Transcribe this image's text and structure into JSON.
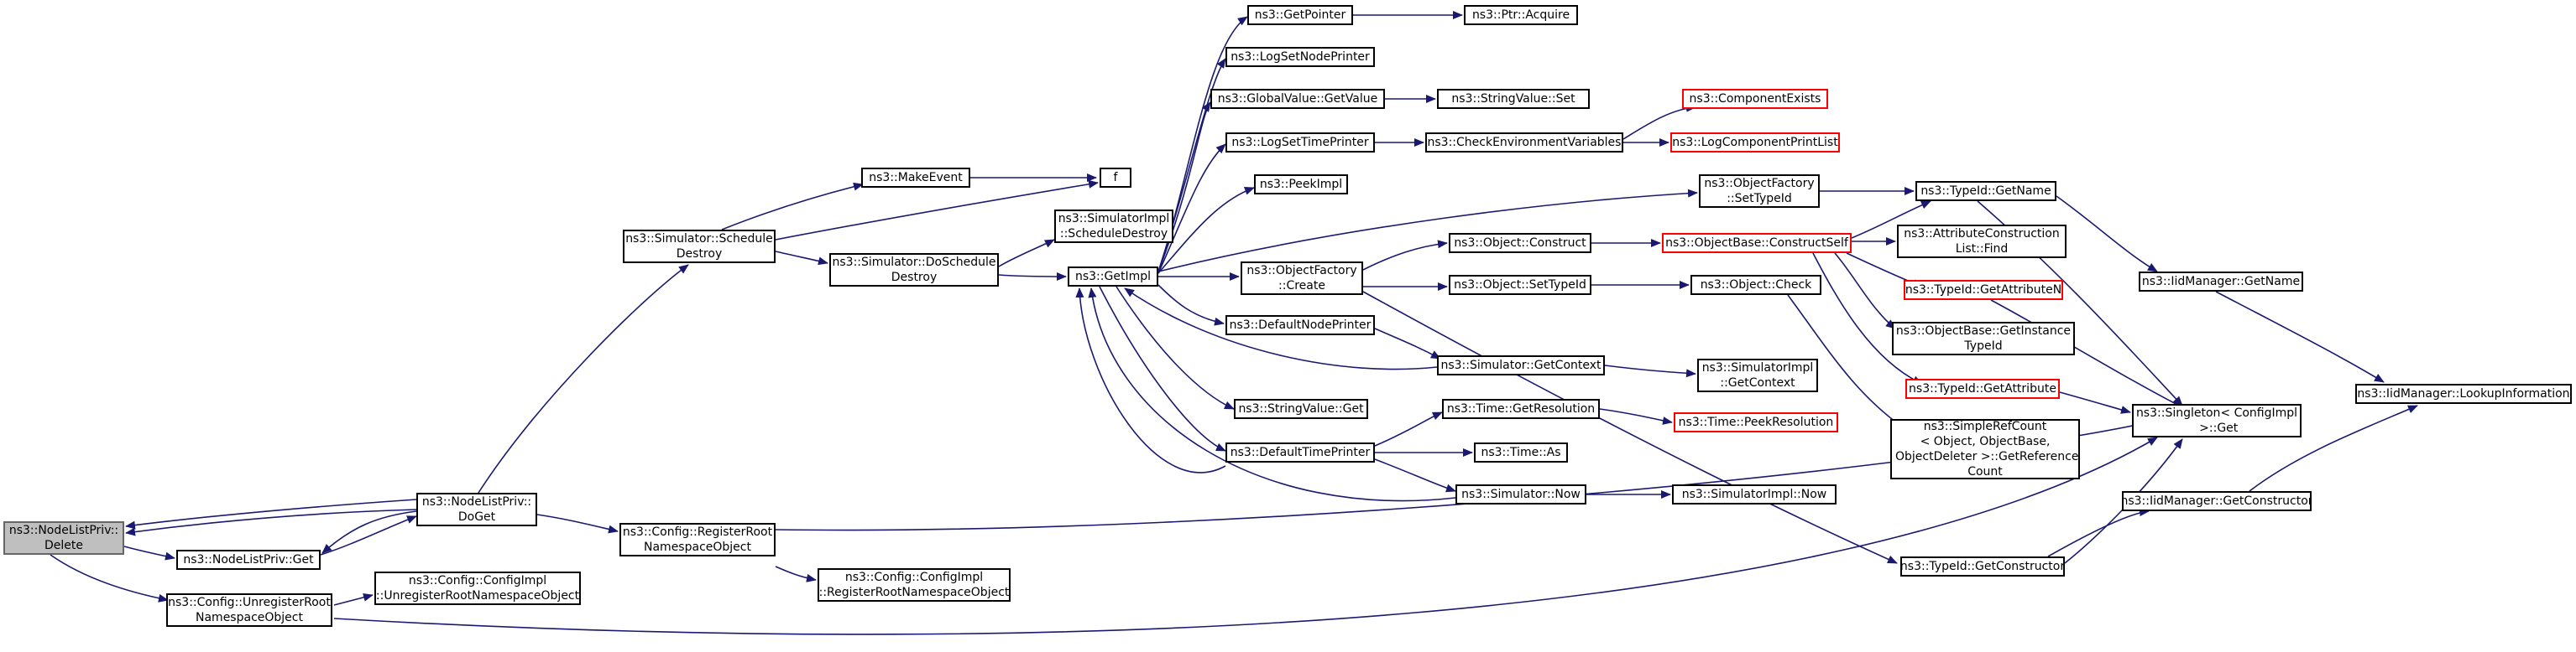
{
  "colors": {
    "edge": "#191970",
    "node_border": "#000000",
    "incomplete_border": "#ff0000",
    "root_fill": "#bfbfbf",
    "root_border": "#666666",
    "background": "#ffffff"
  },
  "nodes": {
    "delete": "ns3::NodeListPriv::\nDelete",
    "get_nlp": "ns3::NodeListPriv::Get",
    "doget": "ns3::NodeListPriv::\nDoGet",
    "unregister": "ns3::Config::UnregisterRoot\nNamespaceObject",
    "cfgimpl_unreg": "ns3::Config::ConfigImpl\n::UnregisterRootNamespaceObject",
    "register": "ns3::Config::RegisterRoot\nNamespaceObject",
    "cfgimpl_reg": "ns3::Config::ConfigImpl\n::RegisterRootNamespaceObject",
    "sched_destroy": "ns3::Simulator::Schedule\nDestroy",
    "makeevent": "ns3::MakeEvent",
    "f": "f",
    "do_sched_destroy": "ns3::Simulator::DoSchedule\nDestroy",
    "simimpl_sched": "ns3::SimulatorImpl\n::ScheduleDestroy",
    "getimpl": "ns3::GetImpl",
    "getpointer": "ns3::GetPointer",
    "ptr_acquire": "ns3::Ptr::Acquire",
    "logsetnode": "ns3::LogSetNodePrinter",
    "gv_getvalue": "ns3::GlobalValue::GetValue",
    "sv_set": "ns3::StringValue::Set",
    "logsettime": "ns3::LogSetTimePrinter",
    "checkenv": "ns3::CheckEnvironmentVariables",
    "compexists": "ns3::ComponentExists",
    "logcompprint": "ns3::LogComponentPrintList",
    "peekimpl": "ns3::PeekImpl",
    "of_settypeid": "ns3::ObjectFactory\n::SetTypeId",
    "typeid_getname": "ns3::TypeId::GetName",
    "iid_getname": "ns3::IidManager::GetName",
    "iid_lookup": "ns3::IidManager::LookupInformation",
    "of_create": "ns3::ObjectFactory\n::Create",
    "obj_construct": "ns3::Object::Construct",
    "objbase_construct": "ns3::ObjectBase::ConstructSelf",
    "attr_find": "ns3::AttributeConstruction\nList::Find",
    "get_attrn": "ns3::TypeId::GetAttributeN",
    "obj_settypeid": "ns3::Object::SetTypeId",
    "obj_check": "ns3::Object::Check",
    "objbase_getinst": "ns3::ObjectBase::GetInstance\nTypeId",
    "get_attr": "ns3::TypeId::GetAttribute",
    "default_node_printer": "ns3::DefaultNodePrinter",
    "sim_getcontext": "ns3::Simulator::GetContext",
    "simimpl_getcontext": "ns3::SimulatorImpl\n::GetContext",
    "singleton_get": "ns3::Singleton< ConfigImpl\n >::Get",
    "sv_get": "ns3::StringValue::Get",
    "time_getres": "ns3::Time::GetResolution",
    "time_peekres": "ns3::Time::PeekResolution",
    "simplerefcount": "ns3::SimpleRefCount\n< Object, ObjectBase,\n ObjectDeleter >::GetReference\nCount",
    "default_time_printer": "ns3::DefaultTimePrinter",
    "time_as": "ns3::Time::As",
    "sim_now": "ns3::Simulator::Now",
    "simimpl_now": "ns3::SimulatorImpl::Now",
    "iid_getconstructor": "ns3::IidManager::GetConstructor",
    "typeid_getconstructor": "ns3::TypeId::GetConstructor"
  }
}
